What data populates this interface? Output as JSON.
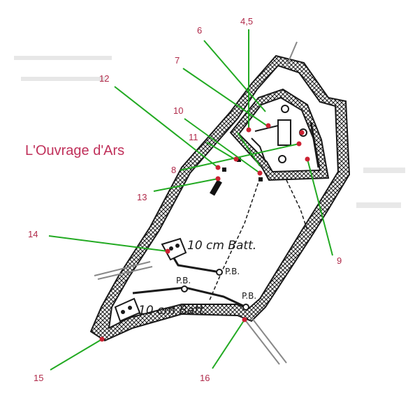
{
  "title": "L'Ouvrage d'Ars",
  "labels": {
    "l6": "6",
    "l45": "4,5",
    "l7": "7",
    "l12": "12",
    "l10": "10",
    "l11": "11",
    "l8": "8",
    "l13": "13",
    "l14": "14",
    "l9": "9",
    "l15": "15",
    "l16": "16"
  },
  "plan_text": {
    "battery_upper": "10 cm Batt.",
    "battery_lower": "10 cm Batt.",
    "pb_1": "P.B.",
    "pb_2": "P.B.",
    "pb_3": "P.B."
  },
  "colors": {
    "title": "#c0305a",
    "numbers": "#b02a4a",
    "leaders": "#22aa22",
    "markers": "#cc2233"
  }
}
